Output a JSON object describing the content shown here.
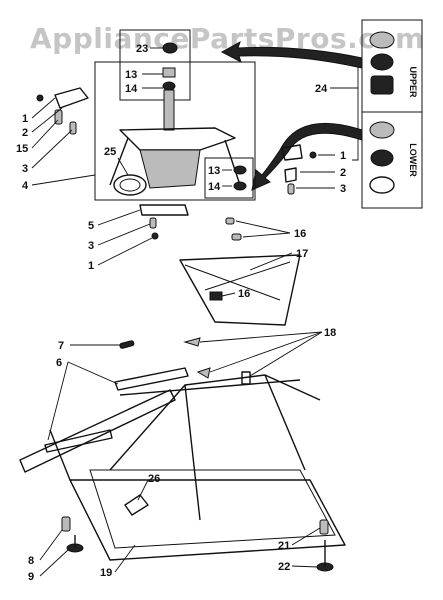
{
  "watermark": "AppliancePartsPros.com",
  "inset": {
    "upper_label": "UPPER",
    "lower_label": "LOWER"
  },
  "callouts": {
    "c23": "23",
    "c13a": "13",
    "c14a": "14",
    "c24": "24",
    "c1a": "1",
    "c2a": "2",
    "c15": "15",
    "c3a": "3",
    "c4": "4",
    "c25": "25",
    "c13b": "13",
    "c14b": "14",
    "c1b": "1",
    "c2b": "2",
    "c3b": "3",
    "c5": "5",
    "c3c": "3",
    "c1c": "1",
    "c16a": "16",
    "c17": "17",
    "c16b": "16",
    "c7": "7",
    "c6": "6",
    "c18": "18",
    "c26": "26",
    "c8": "8",
    "c9": "9",
    "c19": "19",
    "c21": "21",
    "c22": "22"
  },
  "colors": {
    "ink": "#111111",
    "watermark": "#969696"
  }
}
